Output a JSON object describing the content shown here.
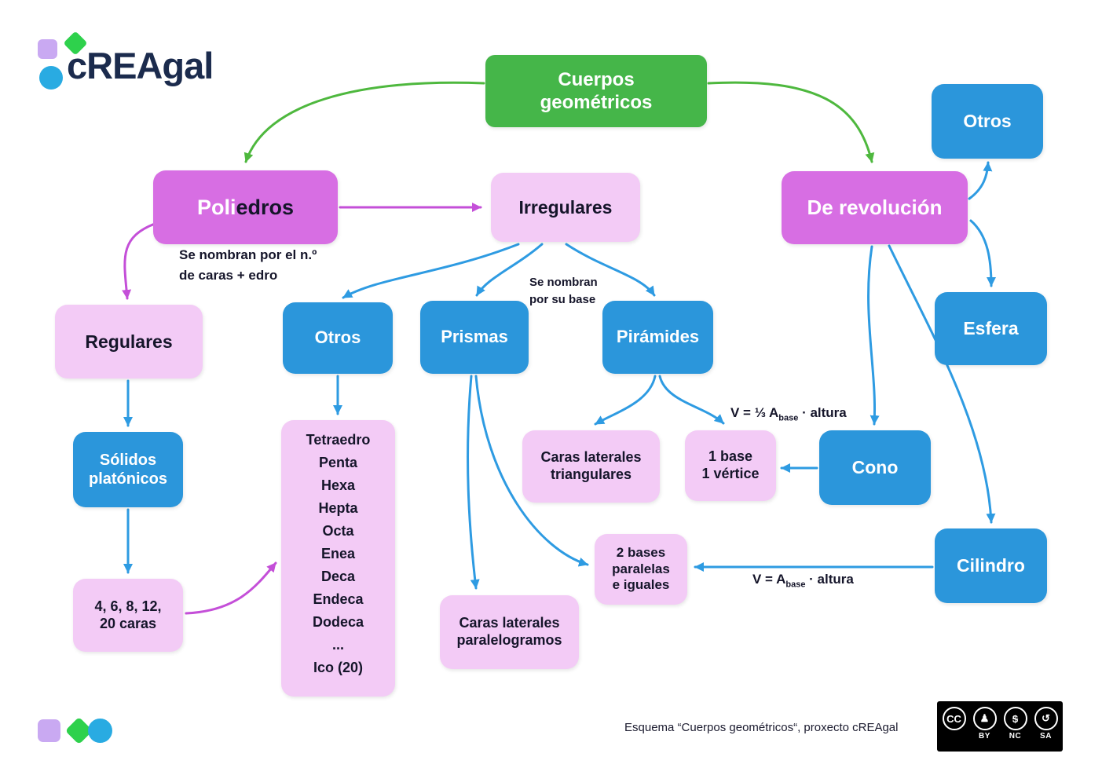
{
  "logo": {
    "text": "cREAgal"
  },
  "nodes": {
    "cuerpos_geometricos": {
      "lines": [
        "Cuerpos",
        "geométricos"
      ]
    },
    "poliedros": {
      "label_part1": "Poli",
      "label_part2": "edros"
    },
    "irregulares": {
      "label": "Irregulares"
    },
    "de_revolucion": {
      "label": "De revolución"
    },
    "otros_revolucion": {
      "label": "Otros"
    },
    "esfera": {
      "label": "Esfera"
    },
    "regulares": {
      "label": "Regulares"
    },
    "solidos_platonicos": {
      "lines": [
        "Sólidos",
        "platónicos"
      ]
    },
    "caras_regulares": {
      "lines": [
        "4, 6, 8, 12,",
        "20 caras"
      ]
    },
    "otros_poliedros": {
      "label": "Otros"
    },
    "prismas": {
      "label": "Prismas"
    },
    "piramides": {
      "label": "Pirámides"
    },
    "lista_edros": {
      "items": [
        "Tetraedro",
        "Penta",
        "Hexa",
        "Hepta",
        "Octa",
        "Enea",
        "Deca",
        "Endeca",
        "Dodeca",
        "...",
        "Ico (20)"
      ]
    },
    "caras_triangulares": {
      "lines": [
        "Caras laterales",
        "triangulares"
      ]
    },
    "una_base_vertice": {
      "lines": [
        "1 base",
        "1 vértice"
      ]
    },
    "cono": {
      "label": "Cono"
    },
    "dos_bases": {
      "lines": [
        "2 bases",
        "paralelas",
        "e iguales"
      ]
    },
    "cilindro": {
      "label": "Cilindro"
    },
    "caras_paralelogramos": {
      "lines": [
        "Caras laterales",
        "paralelogramos"
      ]
    }
  },
  "annotations": {
    "poliedros_nota": [
      "Se nombran por el n.º",
      "de caras + edro"
    ],
    "base_nota": [
      "Se nombran",
      "por su base"
    ],
    "formula_cono": {
      "pre": "V = ⅓ A",
      "sub": "base",
      "post": " · altura"
    },
    "formula_cilindro": {
      "pre": "V = A",
      "sub": "base",
      "post": " · altura"
    }
  },
  "footer": {
    "credit": "Esquema “Cuerpos geométricos“, proxecto cREAgal",
    "license": {
      "icons": [
        {
          "name": "cc-icon",
          "glyph": "CC",
          "label": ""
        },
        {
          "name": "attribution-icon",
          "glyph": "♟",
          "label": "BY"
        },
        {
          "name": "non-commercial-icon",
          "glyph": "$",
          "label": "NC"
        },
        {
          "name": "share-alike-icon",
          "glyph": "↺",
          "label": "SA"
        }
      ]
    }
  },
  "colors": {
    "green_box": "#45B649",
    "blue_box": "#2B96DB",
    "purple_box": "#D76EE3",
    "pink_box": "#F3CBF6",
    "arrow_green": "#4EB83E",
    "arrow_purple": "#C44FD8",
    "arrow_blue": "#2E9BE2",
    "logo_navy": "#1B2B4D"
  }
}
